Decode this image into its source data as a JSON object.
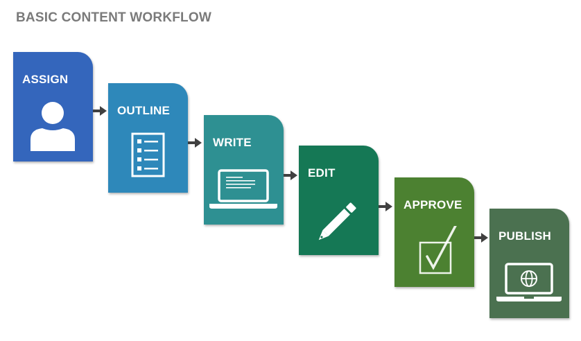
{
  "title": "BASIC CONTENT WORKFLOW",
  "steps": [
    {
      "label": "ASSIGN",
      "icon": "person-icon",
      "color": "#3466BC"
    },
    {
      "label": "OUTLINE",
      "icon": "checklist-icon",
      "color": "#2E88BA"
    },
    {
      "label": "WRITE",
      "icon": "laptop-text-icon",
      "color": "#2E9092"
    },
    {
      "label": "EDIT",
      "icon": "pencil-icon",
      "color": "#157855"
    },
    {
      "label": "APPROVE",
      "icon": "checkbox-check-icon",
      "color": "#4C8131"
    },
    {
      "label": "PUBLISH",
      "icon": "laptop-globe-icon",
      "color": "#4B7150"
    }
  ],
  "arrow_color": "#404040"
}
